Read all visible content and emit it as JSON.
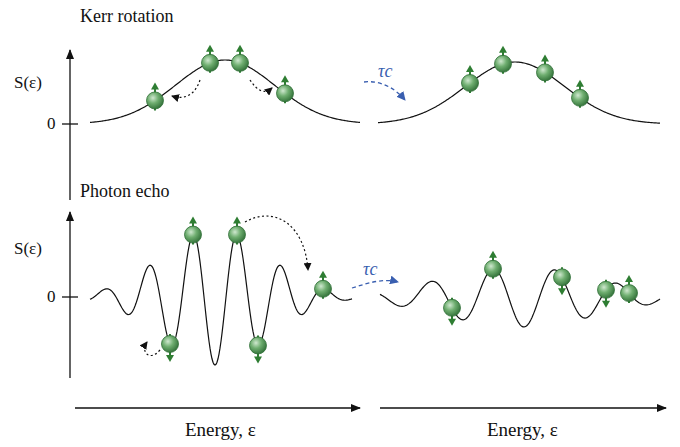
{
  "diagram": {
    "labels": [
      "Kerr rotation",
      "S(ε)",
      "0",
      "τc",
      "Photon echo",
      "S(ε)",
      "0",
      "τc",
      "Energy, ε",
      "Energy, ε"
    ]
  }
}
